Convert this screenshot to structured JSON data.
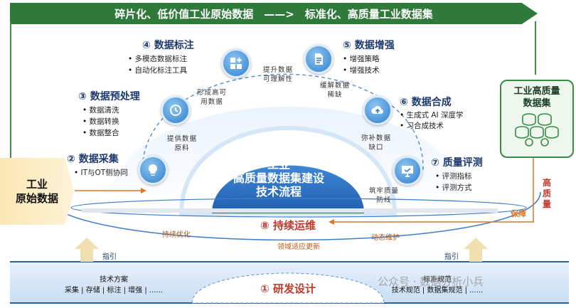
{
  "banner": {
    "text": "碎片化、低价值工业原始数据　——>　标准化、高质量工业数据集"
  },
  "source": {
    "line1": "工业",
    "line2": "原始数据"
  },
  "target": {
    "line1": "工业高质量",
    "line2": "数据集",
    "side_label_1": "高",
    "side_label_2": "质",
    "side_label_3": "量",
    "guarantee": "保障"
  },
  "center": {
    "line1": "工业",
    "line2": "高质量数据集建设",
    "line3": "技术流程"
  },
  "stages": [
    {
      "title": "② 数据采集",
      "items": [
        "IT与OT侧协同"
      ]
    },
    {
      "title": "③ 数据预处理",
      "items": [
        "数据清洗",
        "数据转换",
        "数据整合"
      ]
    },
    {
      "title": "④ 数据标注",
      "items": [
        "多模态数据标注",
        "自动化标注工具"
      ]
    },
    {
      "title": "⑤ 数据增强",
      "items": [
        "增强策略",
        "增强技术"
      ]
    },
    {
      "title": "⑥ 数据合成",
      "items": [
        "生成式 AI 深度学",
        "习合成技术"
      ]
    },
    {
      "title": "⑦ 质量评测",
      "items": [
        "评测指标",
        "评测方式"
      ]
    }
  ],
  "arc_labels": {
    "a1_1": "提供数据",
    "a1_2": "原料",
    "a2_1": "形成高可",
    "a2_2": "用数据",
    "a3_1": "提升数据",
    "a3_2": "可理解性",
    "a4_1": "缓解数据",
    "a4_2": "稀缺",
    "a5_1": "弥补数据",
    "a5_2": "缺口",
    "a6_1": "筑牢质量",
    "a6_2": "防线"
  },
  "ops": {
    "title": "⑧ 持续运维",
    "left": "持续优化",
    "right": "动态维护",
    "bottom": "领域适应更新"
  },
  "guides": {
    "left": "指引",
    "right": "指引"
  },
  "footer": {
    "left_1": "技术方案",
    "left_2": "采集 | 存储 | 标注 | 增强 | ......",
    "center": "① 研发设计",
    "right_1": "标准规范",
    "right_2": "技术规范 | 数据集规范 | ......"
  },
  "watermark": "公众号 · 数据分析小兵",
  "icons": [
    "lightbulb-icon",
    "clock-icon",
    "grid-plus-icon",
    "document-icon",
    "cloud-upload-icon",
    "monitor-check-icon",
    "database-stack-icon"
  ],
  "colors": {
    "green": "#2f7a3a",
    "blue": "#2f6fbf",
    "orange": "#d9782d",
    "red": "#c0392b"
  }
}
